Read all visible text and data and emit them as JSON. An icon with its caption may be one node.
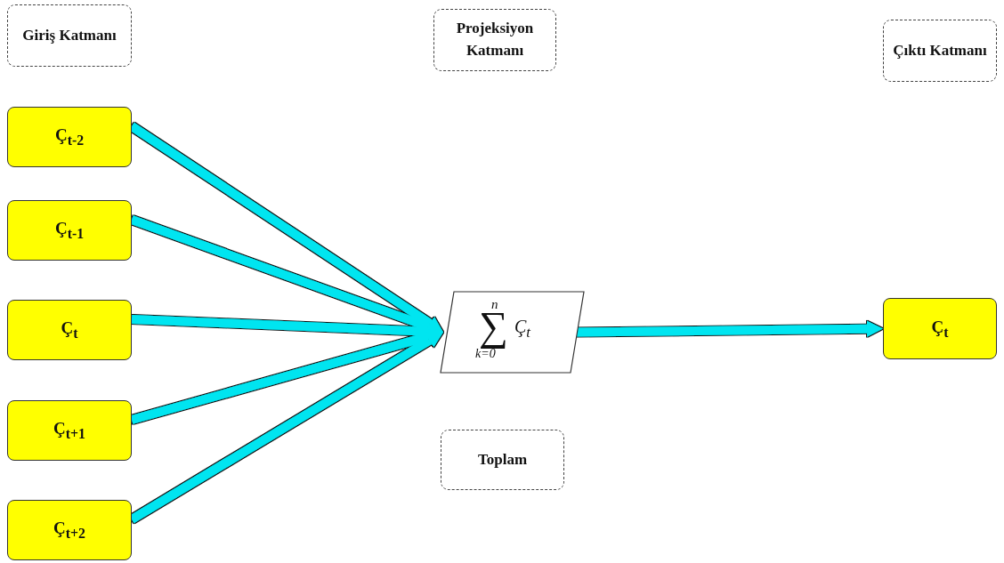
{
  "diagram": {
    "nodes": [
      {
        "text": [
          "Giriş Katmanı"
        ]
      },
      {
        "text": [
          "Projeksiyon Katmanı"
        ]
      },
      {
        "text": [
          "Çıktı Katmanı"
        ]
      },
      {
        "text": [
          "Ç$_{t-2}$"
        ]
      },
      {
        "text": [
          "Ç$_{t-1}$"
        ]
      },
      {
        "text": [
          "Ç$_{t}$"
        ]
      },
      {
        "text": [
          "n",
          "∑",
          "k=0",
          "Ç$_{t}$"
        ]
      },
      {
        "text": [
          "Ç$_{t}$"
        ]
      },
      {
        "text": [
          "Ç$_{t+1}$"
        ]
      },
      {
        "text": [
          "Ç$_{t+2}$"
        ]
      },
      {
        "text": [
          "Toplam"
        ]
      }
    ],
    "edges": [
      {
        "from": 3,
        "to": 6,
        "arrow": "to"
      },
      {
        "from": 4,
        "to": 6,
        "arrow": "to"
      },
      {
        "from": 5,
        "to": 6,
        "arrow": "to"
      },
      {
        "from": 8,
        "to": 6,
        "arrow": "to"
      },
      {
        "from": 9,
        "to": 6,
        "arrow": "to"
      },
      {
        "from": 6,
        "to": 7,
        "arrow": "to"
      }
    ]
  }
}
